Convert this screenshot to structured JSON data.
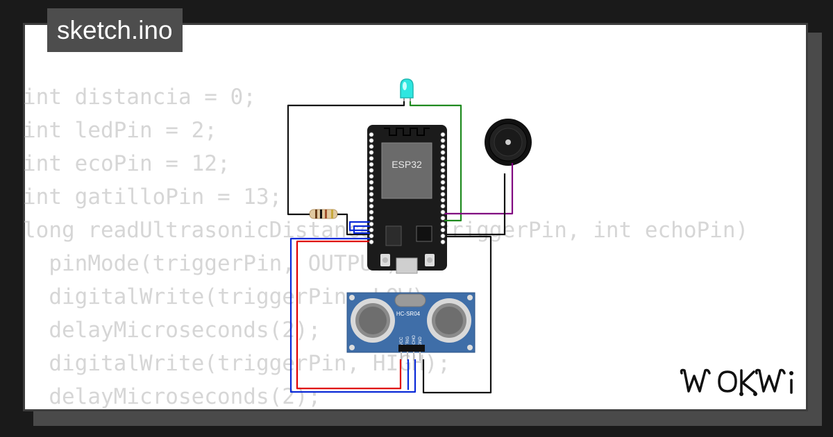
{
  "project": {
    "file_name": "sketch.ino",
    "brand": "WOKWI"
  },
  "code_lines": [
    "int distancia = 0;",
    "int ledPin = 2;",
    "int ecoPin = 12;",
    "int gatilloPin = 13;",
    "long readUltrasonicDistance(int triggerPin, int echoPin)",
    "  pinMode(triggerPin, OUTPUT);",
    "  digitalWrite(triggerPin, LOW);",
    "  delayMicroseconds(2);",
    "  digitalWrite(triggerPin, HIGH);",
    "  delayMicroseconds(2);"
  ],
  "components": {
    "mcu_label": "ESP32",
    "sensor_label": "HC-SR04",
    "sensor_pins": [
      "VCC",
      "TRIG",
      "ECHO",
      "GND"
    ]
  },
  "colors": {
    "wire_black": "#111111",
    "wire_green": "#1f8a1f",
    "wire_purple": "#800080",
    "wire_red": "#e00000",
    "wire_blue": "#0a2ad8",
    "led": "#2ee6e0",
    "board": "#1b1b1b",
    "sensor_board": "#3f6ea8"
  }
}
